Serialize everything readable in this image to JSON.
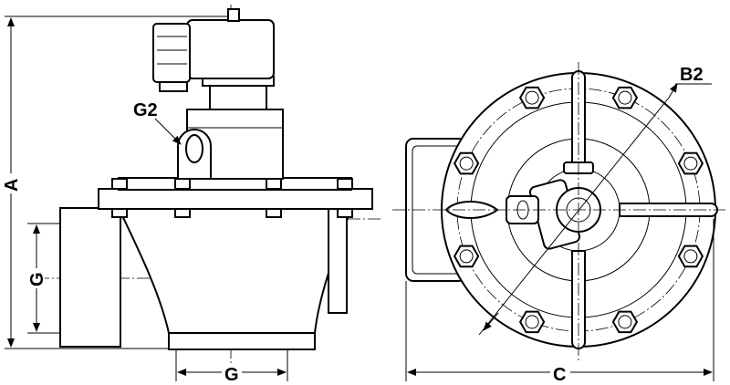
{
  "labels": {
    "height": "A",
    "inlet_port": "G",
    "pilot_port": "G2",
    "outlet_port": "G",
    "width": "C",
    "bolt_circle": "B2"
  }
}
